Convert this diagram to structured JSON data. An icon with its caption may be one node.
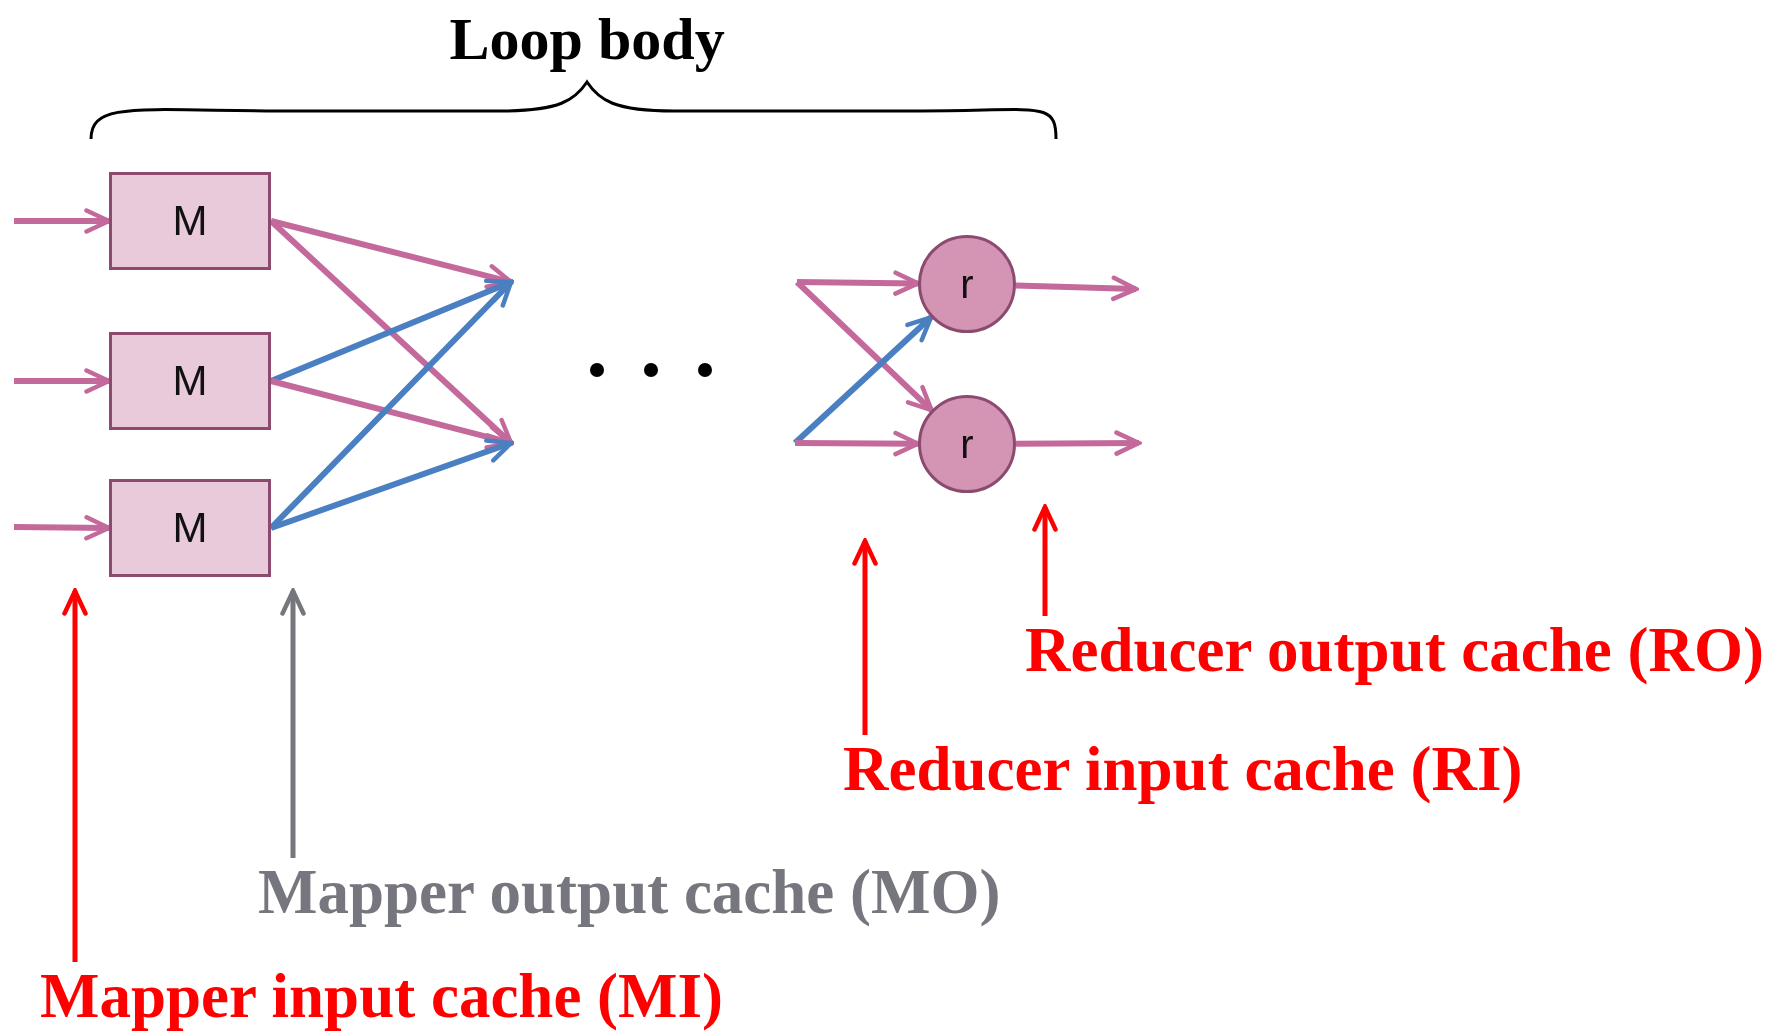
{
  "diagram": {
    "title": "Loop body",
    "nodes": [
      {
        "text": [
          "M"
        ]
      },
      {
        "text": [
          "M"
        ]
      },
      {
        "text": [
          "M"
        ]
      },
      {
        "text": [
          "r"
        ]
      },
      {
        "text": [
          "r"
        ]
      },
      {
        "text": [
          "Mapper input cache (MI)"
        ]
      },
      {
        "text": [
          "Mapper output cache (MO)"
        ]
      },
      {
        "text": [
          "Reducer input cache (RI)"
        ]
      },
      {
        "text": [
          "Reducer output cache (RO)"
        ]
      }
    ],
    "edges": [
      {
        "from": null,
        "to": 0,
        "arrow": "to"
      },
      {
        "from": null,
        "to": 1,
        "arrow": "to"
      },
      {
        "from": null,
        "to": 2,
        "arrow": "to"
      },
      {
        "from": 0,
        "to": null,
        "arrow": "to"
      },
      {
        "from": 0,
        "to": null,
        "arrow": "to"
      },
      {
        "from": 1,
        "to": null,
        "arrow": "to",
        "color": "#4a7fc1"
      },
      {
        "from": 1,
        "to": null,
        "arrow": "to"
      },
      {
        "from": 2,
        "to": null,
        "arrow": "to",
        "color": "#4a7fc1"
      },
      {
        "from": 2,
        "to": null,
        "arrow": "to",
        "color": "#4a7fc1"
      },
      {
        "from": null,
        "to": 3,
        "arrow": "to"
      },
      {
        "from": null,
        "to": 4,
        "arrow": "to"
      },
      {
        "from": null,
        "to": 3,
        "arrow": "to",
        "color": "#4a7fc1"
      },
      {
        "from": null,
        "to": 4,
        "arrow": "to"
      },
      {
        "from": 3,
        "to": null,
        "arrow": "to"
      },
      {
        "from": 4,
        "to": null,
        "arrow": "to"
      },
      {
        "from": 5,
        "to": 2,
        "arrow": "to",
        "color": "#ff0000"
      },
      {
        "from": 6,
        "to": 2,
        "arrow": "to",
        "color": "#76767e"
      },
      {
        "from": 7,
        "to": null,
        "arrow": "to",
        "color": "#ff0000"
      },
      {
        "from": 8,
        "to": 4,
        "arrow": "to",
        "color": "#ff0000"
      }
    ]
  }
}
